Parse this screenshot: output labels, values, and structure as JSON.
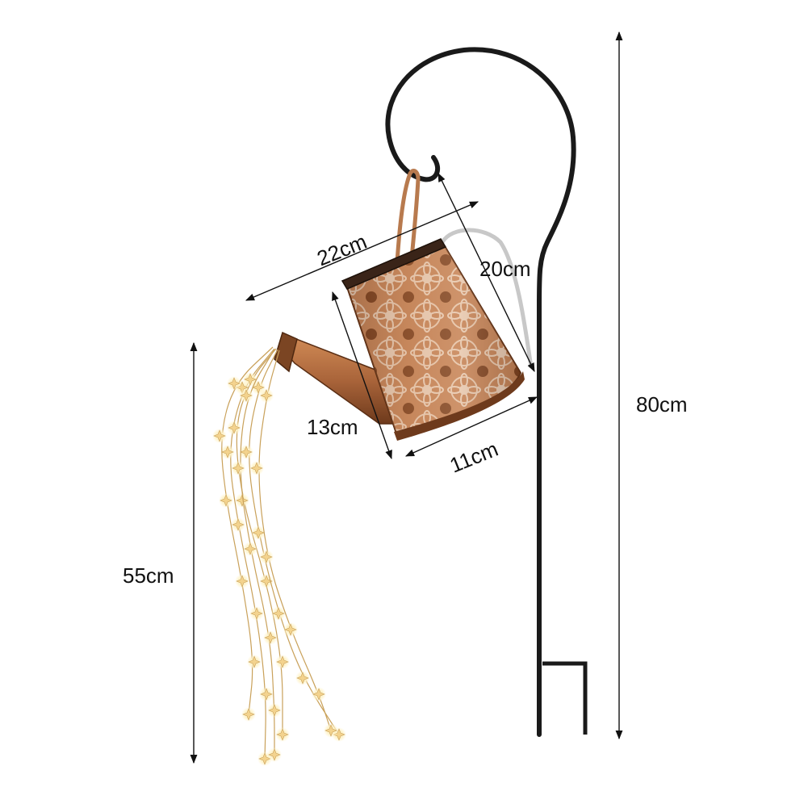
{
  "product": {
    "name": "solar watering can string light on shepherd hook",
    "colors": {
      "copper": "#a9643a",
      "copper_dark": "#6e3a1c",
      "copper_light": "#d9a07a",
      "stake": "#1a1a1a",
      "handle": "#c8c8c8",
      "light_wire": "#c9a15a",
      "light_glow": "#fff3c8"
    }
  },
  "dimensions": {
    "total_height": "80cm",
    "light_length": "55cm",
    "can_length": "22cm",
    "can_height": "20cm",
    "can_depth": "13cm",
    "can_base": "11cm"
  },
  "annotation": {
    "line_color": "#111111"
  }
}
